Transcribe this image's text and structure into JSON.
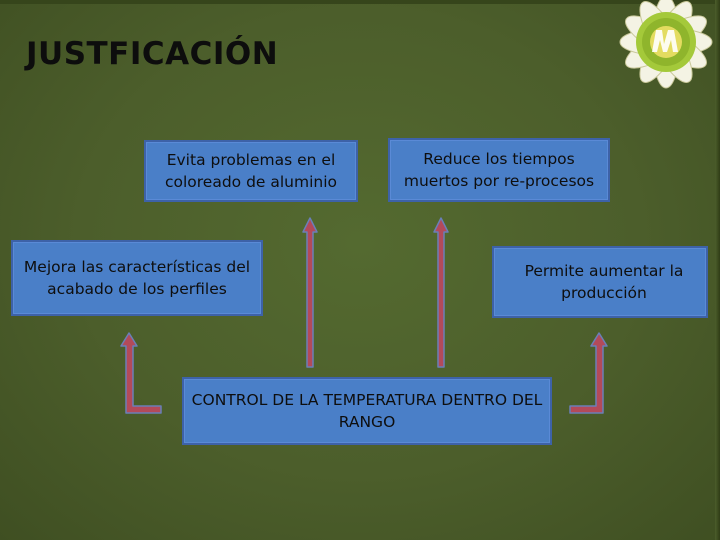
{
  "slide": {
    "title": "JUSTFICACIÓN",
    "boxes": {
      "top_left": "Evita problemas en el coloreado de aluminio",
      "top_right": "Reduce los tiempos muertos por re-procesos",
      "mid_left": "Mejora las características del acabado de los perfiles",
      "mid_right": "Permite aumentar  la producción",
      "center": "CONTROL DE LA TEMPERATURA DENTRO DEL RANGO"
    }
  },
  "colors": {
    "background": "#4c5e2b",
    "box_fill": "#4a7fc8",
    "box_border": "#3d62a8",
    "arrow_fill": "#b34a5a",
    "arrow_stroke": "#6a7fb8",
    "logo_petals": "#f4f3e4",
    "logo_center": "#a4c93a"
  }
}
